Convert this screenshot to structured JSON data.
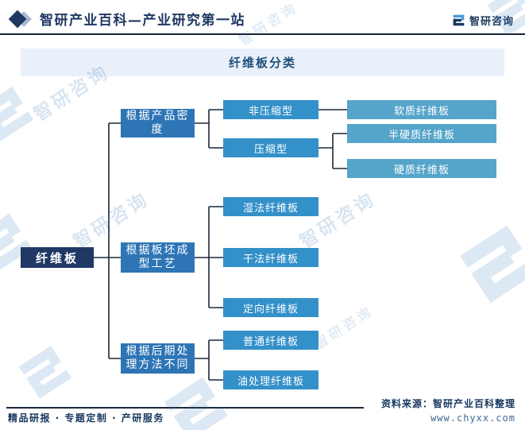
{
  "header": {
    "title": "智研产业百科—产业研究第一站",
    "logo_text": "智研咨询"
  },
  "diagram": {
    "title": "纤维板分类"
  },
  "tree": {
    "root": {
      "label": "纤维板"
    },
    "branches": [
      {
        "label": "根据产品密度",
        "children": [
          {
            "label": "非压缩型",
            "children": [
              {
                "label": "软质纤维板"
              }
            ]
          },
          {
            "label": "压缩型",
            "children": [
              {
                "label": "半硬质纤维板"
              },
              {
                "label": "硬质纤维板"
              }
            ]
          }
        ]
      },
      {
        "label": "根据板坯成型工艺",
        "children": [
          {
            "label": "湿法纤维板"
          },
          {
            "label": "干法纤维板"
          },
          {
            "label": "定向纤维板"
          }
        ]
      },
      {
        "label": "根据后期处理方法不同",
        "children": [
          {
            "label": "普通纤维板"
          },
          {
            "label": "油处理纤维板"
          }
        ]
      }
    ]
  },
  "watermark": {
    "text": "智研咨询"
  },
  "footer": {
    "services": "精品研报 · 专题定制 · 产研服务",
    "source": "资料来源：智研产业百科整理",
    "website": "www.chyxx.com"
  },
  "colors": {
    "brand_navy": "#1f3864",
    "root_node": "#203864",
    "branch_node": "#2e75b6",
    "mid_node": "#3390c9",
    "leaf_node": "#55a4ca",
    "title_band_bg": "#e9f0fa",
    "connector": "#1b2838"
  }
}
